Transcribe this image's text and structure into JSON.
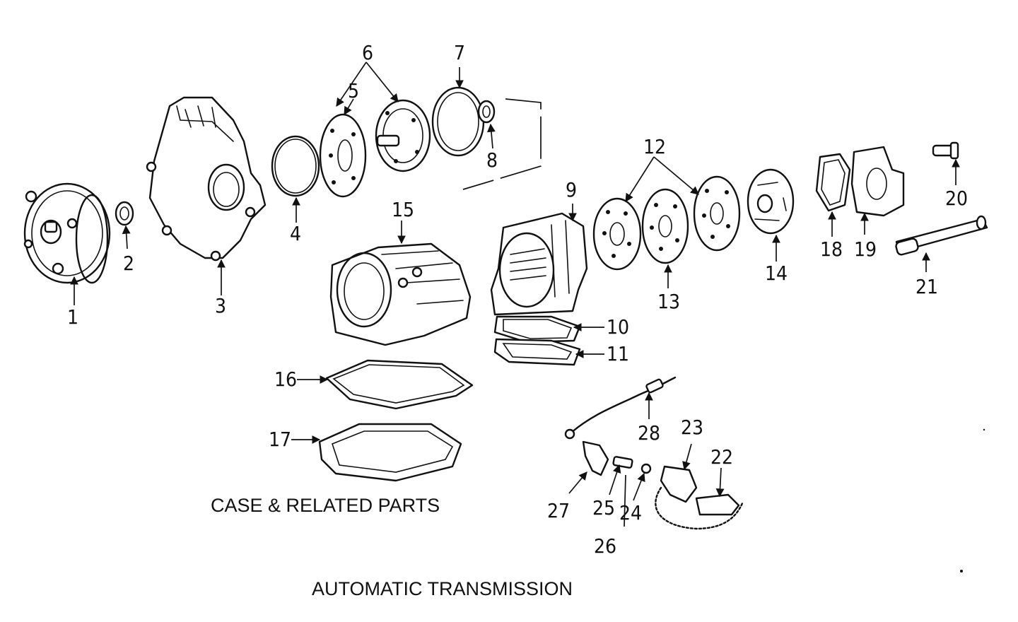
{
  "captions": {
    "section": "CASE & RELATED PARTS",
    "title": "AUTOMATIC TRANSMISSION"
  },
  "callouts": [
    "1",
    "2",
    "3",
    "4",
    "5",
    "6",
    "7",
    "8",
    "9",
    "10",
    "11",
    "12",
    "13",
    "14",
    "15",
    "16",
    "17",
    "18",
    "19",
    "20",
    "21",
    "22",
    "23",
    "24",
    "25",
    "26",
    "27",
    "28"
  ],
  "colors": {
    "ink": "#111111",
    "paper": "#ffffff"
  }
}
